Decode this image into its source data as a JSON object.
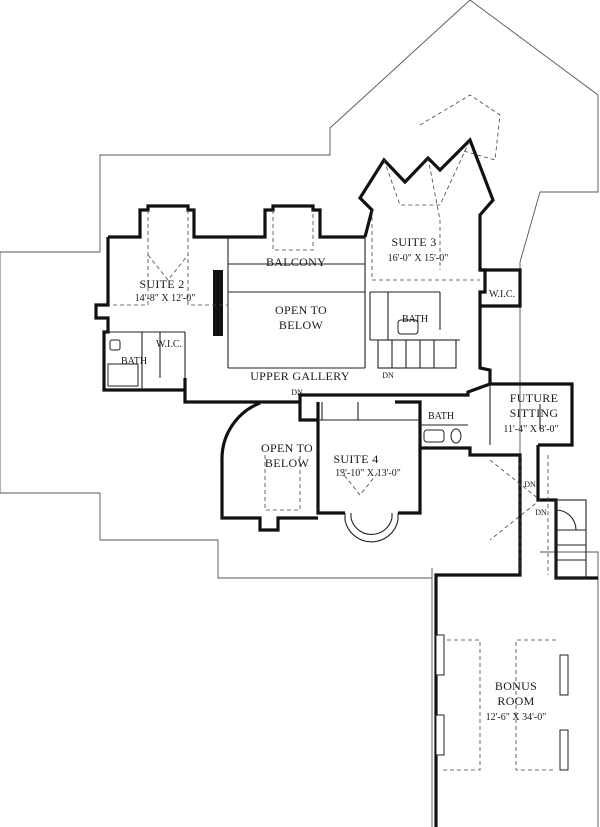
{
  "rooms": {
    "suite2": {
      "name": "SUITE 2",
      "dims": "14'-8\" X 12'-0\""
    },
    "balcony": {
      "name": "BALCONY"
    },
    "suite3": {
      "name": "SUITE 3",
      "dims": "16'-0\" X 15'-0\""
    },
    "open_below_1": {
      "line1": "OPEN TO",
      "line2": "BELOW"
    },
    "bath_suite2": {
      "name": "BATH"
    },
    "wic_suite2": {
      "name": "W.I.C."
    },
    "bath_suite3": {
      "name": "BATH"
    },
    "wic_suite3": {
      "name": "W.I.C."
    },
    "upper_gallery": {
      "name": "UPPER GALLERY"
    },
    "future_sitting": {
      "line1": "FUTURE",
      "line2": "SITTING",
      "dims": "11'-4\" X 8'-0\""
    },
    "open_below_2": {
      "line1": "OPEN TO",
      "line2": "BELOW"
    },
    "suite4": {
      "name": "SUITE 4",
      "dims": "13'-10\" X 13'-0\""
    },
    "bath_suite4": {
      "name": "BATH"
    },
    "bonus_room": {
      "line1": "BONUS",
      "line2": "ROOM",
      "dims": "12'-6\" X 34'-0\""
    }
  },
  "stair_marks": {
    "dn_1": "DN",
    "dn_2": "DN",
    "dn_3": "DN",
    "dn_4": "DN"
  }
}
